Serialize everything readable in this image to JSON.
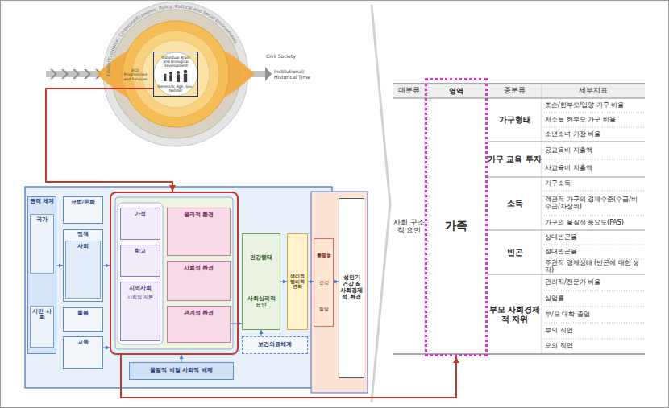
{
  "diagram": {
    "nodes": [
      {
        "text": [
          "Individual Brain and Biological Development",
          "Genetics, Age, Sex, Gender"
        ]
      },
      {
        "text": [
          "권력 체계"
        ]
      },
      {
        "text": [
          "국가"
        ],
        "in": 1
      },
      {
        "text": [
          "시민 사회"
        ],
        "in": 1
      },
      {
        "text": [
          "규범/문화"
        ]
      },
      {
        "text": [
          "정책"
        ]
      },
      {
        "text": [
          "사회"
        ],
        "in": 5
      },
      {
        "text": [
          "돌봄"
        ]
      },
      {
        "text": [
          "교육"
        ]
      },
      {
        "text": []
      },
      {
        "text": [
          "가정"
        ],
        "in": 9
      },
      {
        "text": [
          "학교"
        ],
        "in": 9
      },
      {
        "text": [
          "지역사회",
          "사회적 자본"
        ],
        "in": 9
      },
      {
        "text": [
          "물리적 환경"
        ],
        "in": 9
      },
      {
        "text": [
          "사회적 환경"
        ],
        "in": 9
      },
      {
        "text": [
          "관계적 환경"
        ],
        "in": 9
      },
      {
        "text": [
          "건강행태",
          "사회심리적 요인"
        ]
      },
      {
        "text": [
          "생리적 병리적 변화"
        ]
      },
      {
        "text": [
          "보건의료체계"
        ]
      },
      {
        "text": [
          "물질적 박탈 사회적 배제"
        ]
      },
      {
        "text": [
          "불평등",
          "건강",
          "발달"
        ]
      },
      {
        "text": [
          "성인기 건강 & 사회경제적 환경"
        ]
      },
      {
        "text": [
          "영역",
          "가족"
        ]
      }
    ],
    "edges": [
      {
        "from": 0,
        "to": 9,
        "arrow": "to"
      },
      {
        "from": 9,
        "to": 22,
        "arrow": "to"
      },
      {
        "from": 1,
        "to": 5,
        "arrow": "to"
      },
      {
        "from": 5,
        "to": 9,
        "arrow": "to"
      },
      {
        "from": 8,
        "to": 9,
        "arrow": "to"
      },
      {
        "from": 15,
        "to": 16,
        "arrow": "to"
      },
      {
        "from": 16,
        "to": 17,
        "arrow": "to"
      },
      {
        "from": 17,
        "to": 20,
        "arrow": "to"
      },
      {
        "from": 20,
        "to": 21,
        "arrow": "to"
      },
      {
        "from": 18,
        "to": 16,
        "arrow": "to"
      },
      {
        "from": 19,
        "to": 9,
        "arrow": "to"
      }
    ],
    "labels": [
      "Global Ecological, Corporate/Economic, Policy, Political and Social Environments",
      "ECD Programmes and Services",
      "Civil Society",
      "Institutional/ Historical Time",
      "대분류",
      "중분류",
      "세부지표",
      "사회 구조적 요인",
      "가구형태",
      "가구 교육 투자",
      "소득",
      "빈곤",
      "부모 사회경제적 지위",
      "조손/한부모/입양 가구 비율",
      "저소득 한부모 가구 비율",
      "소년소녀 가장 비율",
      "공교육비 지출액",
      "사교육비 지출액",
      "가구소득",
      "객관적 가구의 경제수준(수급/비수급/차상위)",
      "가구의 물질적 풍요도(FAS)",
      "상대빈곤율",
      "절대빈곤율",
      "주관적 경제상태 (빈곤에 대한 생각)",
      "관리직/전문가 비율",
      "실업률",
      "부/모 대학 졸업",
      "부의 직업",
      "모의 직업"
    ]
  }
}
